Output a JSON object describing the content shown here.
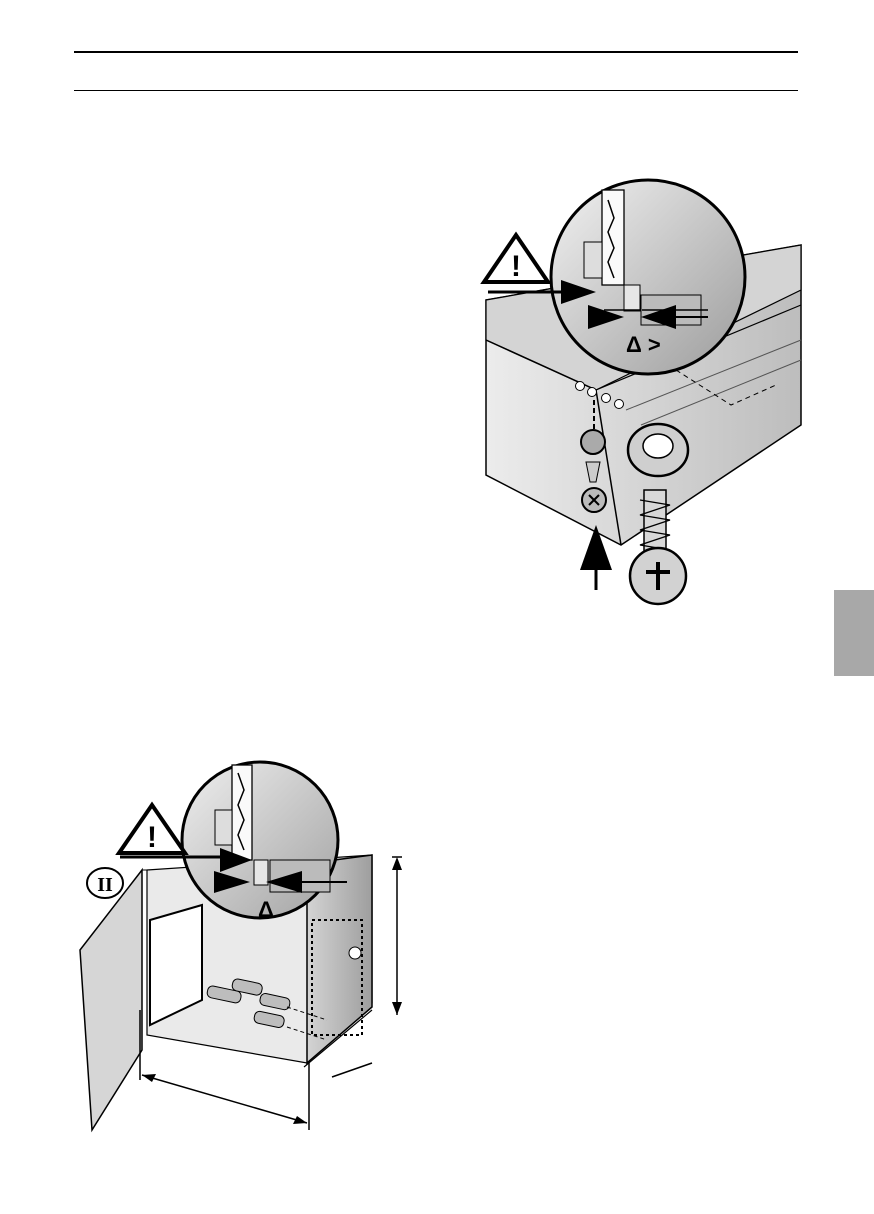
{
  "page": {
    "figure_top": {
      "warning_symbol_text": "!",
      "delta_label": "Δ >"
    },
    "figure_bottom": {
      "warning_symbol_text": "!",
      "roman_numeral": "II",
      "delta_label": "Δ"
    },
    "colors": {
      "ink": "#000000",
      "panel_gray": "#c8c8c8",
      "light_gray": "#e6e6e6",
      "tab_gray": "#a8a8a8"
    },
    "icons": [
      "warning-triangle-icon",
      "screw-icon",
      "pressure-arrow-icon",
      "magnifier-circle-icon"
    ]
  }
}
